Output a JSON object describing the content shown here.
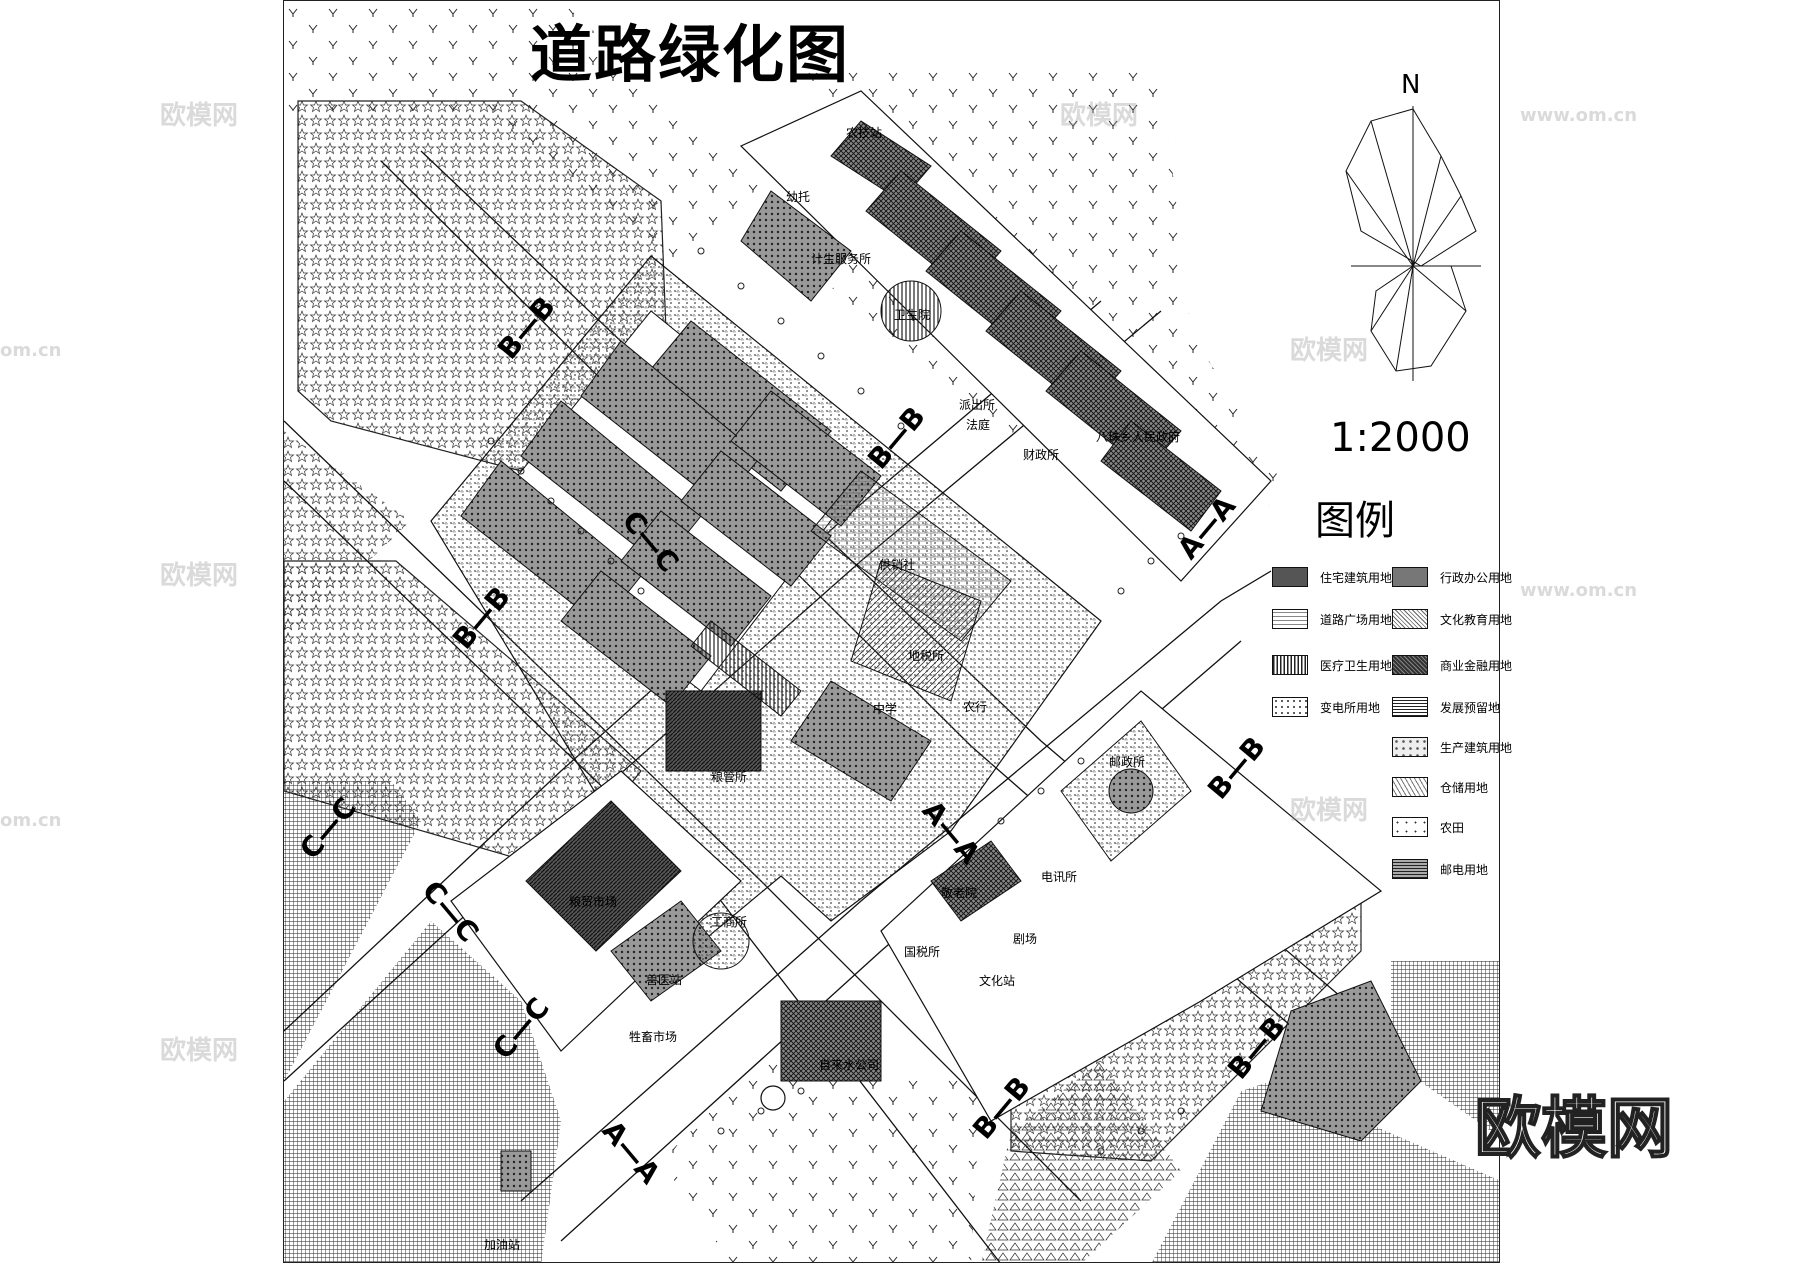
{
  "title": "道路绿化图",
  "scale": "1:2000",
  "compass": {
    "north_label": "N"
  },
  "legend": {
    "title": "图例",
    "items": [
      {
        "label": "住宅建筑用地",
        "pattern": "dense-stipple"
      },
      {
        "label": "行政办公用地",
        "pattern": "cross-hatch-dense"
      },
      {
        "label": "道路广场用地",
        "pattern": "brick"
      },
      {
        "label": "文化教育用地",
        "pattern": "diagonal-hatch"
      },
      {
        "label": "医疗卫生用地",
        "pattern": "vertical-lines"
      },
      {
        "label": "商业金融用地",
        "pattern": "dark-hatch"
      },
      {
        "label": "变电所用地",
        "pattern": "dots-circle"
      },
      {
        "label": "发展预留地",
        "pattern": "fine-grid"
      },
      {
        "label": "生产建筑用地",
        "pattern": "stars"
      },
      {
        "label": "仓储用地",
        "pattern": "triangles"
      },
      {
        "label": "农田",
        "pattern": "sparse-dots"
      },
      {
        "label": "邮电用地",
        "pattern": "cross-grid"
      }
    ]
  },
  "places": [
    "农技站",
    "幼托",
    "计生服务所",
    "卫生院",
    "派出所",
    "法庭",
    "财政所",
    "八珠乡人民政府",
    "供销社",
    "地税所",
    "中学",
    "农行",
    "粮管所",
    "邮政所",
    "电讯所",
    "敬老院",
    "剧场",
    "国税所",
    "文化站",
    "工商所",
    "粮贸市场",
    "兽医站",
    "牲畜市场",
    "自来水公司",
    "加油站"
  ],
  "section_markers": [
    "B—B",
    "C—C",
    "A—A"
  ],
  "watermarks": {
    "main": "欧模网",
    "small": "欧模网",
    "url": "www.om.cn",
    "url_left": "om.cn"
  }
}
